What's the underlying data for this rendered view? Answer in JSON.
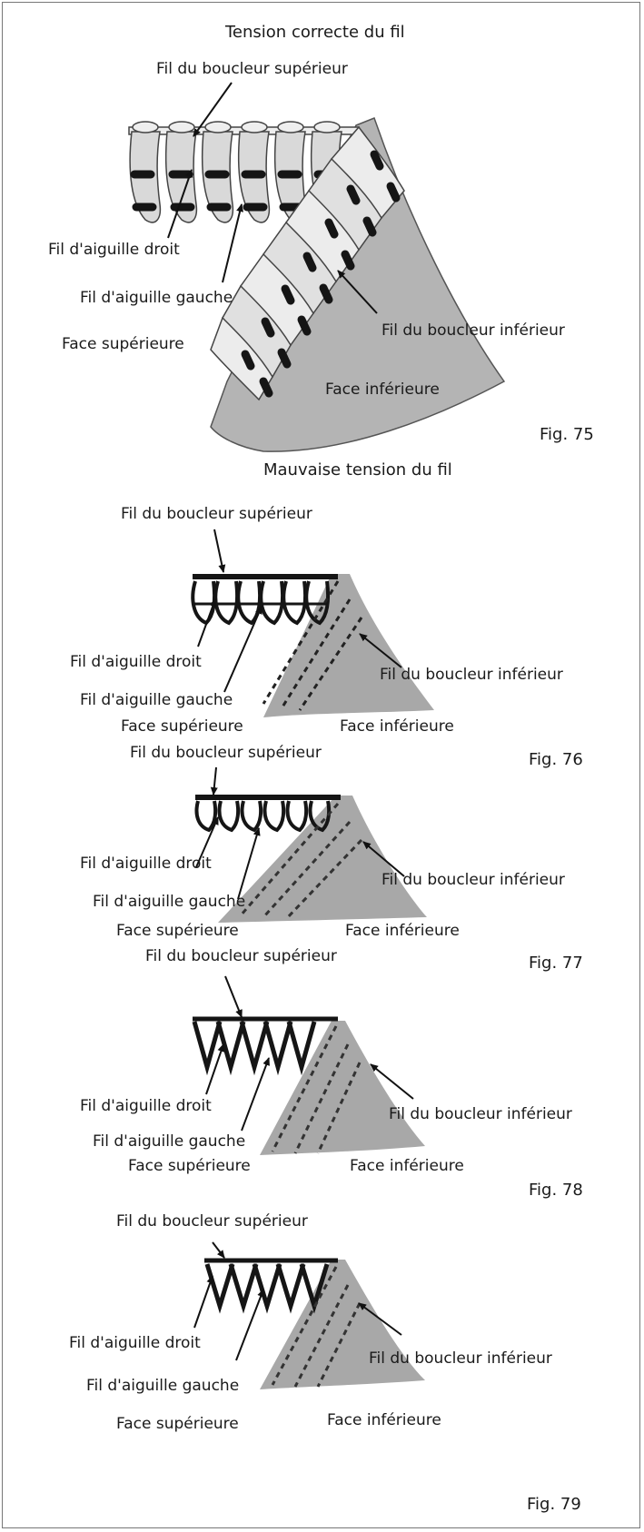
{
  "headings": {
    "correct": "Tension correcte du fil",
    "wrong": "Mauvaise tension du fil"
  },
  "fig75": {
    "upper_looper": "Fil du boucleur supérieur",
    "right_needle": "Fil d'aiguille droit",
    "left_needle": "Fil d'aiguille gauche",
    "top_face": "Face supérieure",
    "lower_looper": "Fil du boucleur inférieur",
    "bottom_face": "Face inférieure",
    "fig_label": "Fig. 75"
  },
  "fig76": {
    "upper_looper": "Fil du boucleur supérieur",
    "right_needle": "Fil d'aiguille droit",
    "left_needle": "Fil d'aiguille gauche",
    "top_face": "Face supérieure",
    "lower_looper": "Fil du boucleur inférieur",
    "bottom_face": "Face inférieure",
    "fig_label": "Fig. 76"
  },
  "fig77": {
    "upper_looper": "Fil du boucleur supérieur",
    "right_needle": "Fil d'aiguille droit",
    "left_needle": "Fil d'aiguille gauche",
    "top_face": "Face supérieure",
    "lower_looper": "Fil du boucleur inférieur",
    "bottom_face": "Face inférieure",
    "fig_label": "Fig. 77"
  },
  "fig78": {
    "upper_looper": "Fil du boucleur supérieur",
    "right_needle": "Fil d'aiguille droit",
    "left_needle": "Fil d'aiguille gauche",
    "top_face": "Face supérieure",
    "lower_looper": "Fil du boucleur inférieur",
    "bottom_face": "Face inférieure",
    "fig_label": "Fig. 78"
  },
  "fig79": {
    "upper_looper": "Fil du boucleur supérieur",
    "right_needle": "Fil d'aiguille droit",
    "left_needle": "Fil d'aiguille gauche",
    "top_face": "Face supérieure",
    "lower_looper": "Fil du boucleur inférieur",
    "bottom_face": "Face inférieure",
    "fig_label": "Fig. 79"
  },
  "colors": {
    "fabric": "#b4b4b4",
    "thread_dark": "#151515",
    "thread_light": "#eeeeee",
    "frame": "#777777"
  }
}
